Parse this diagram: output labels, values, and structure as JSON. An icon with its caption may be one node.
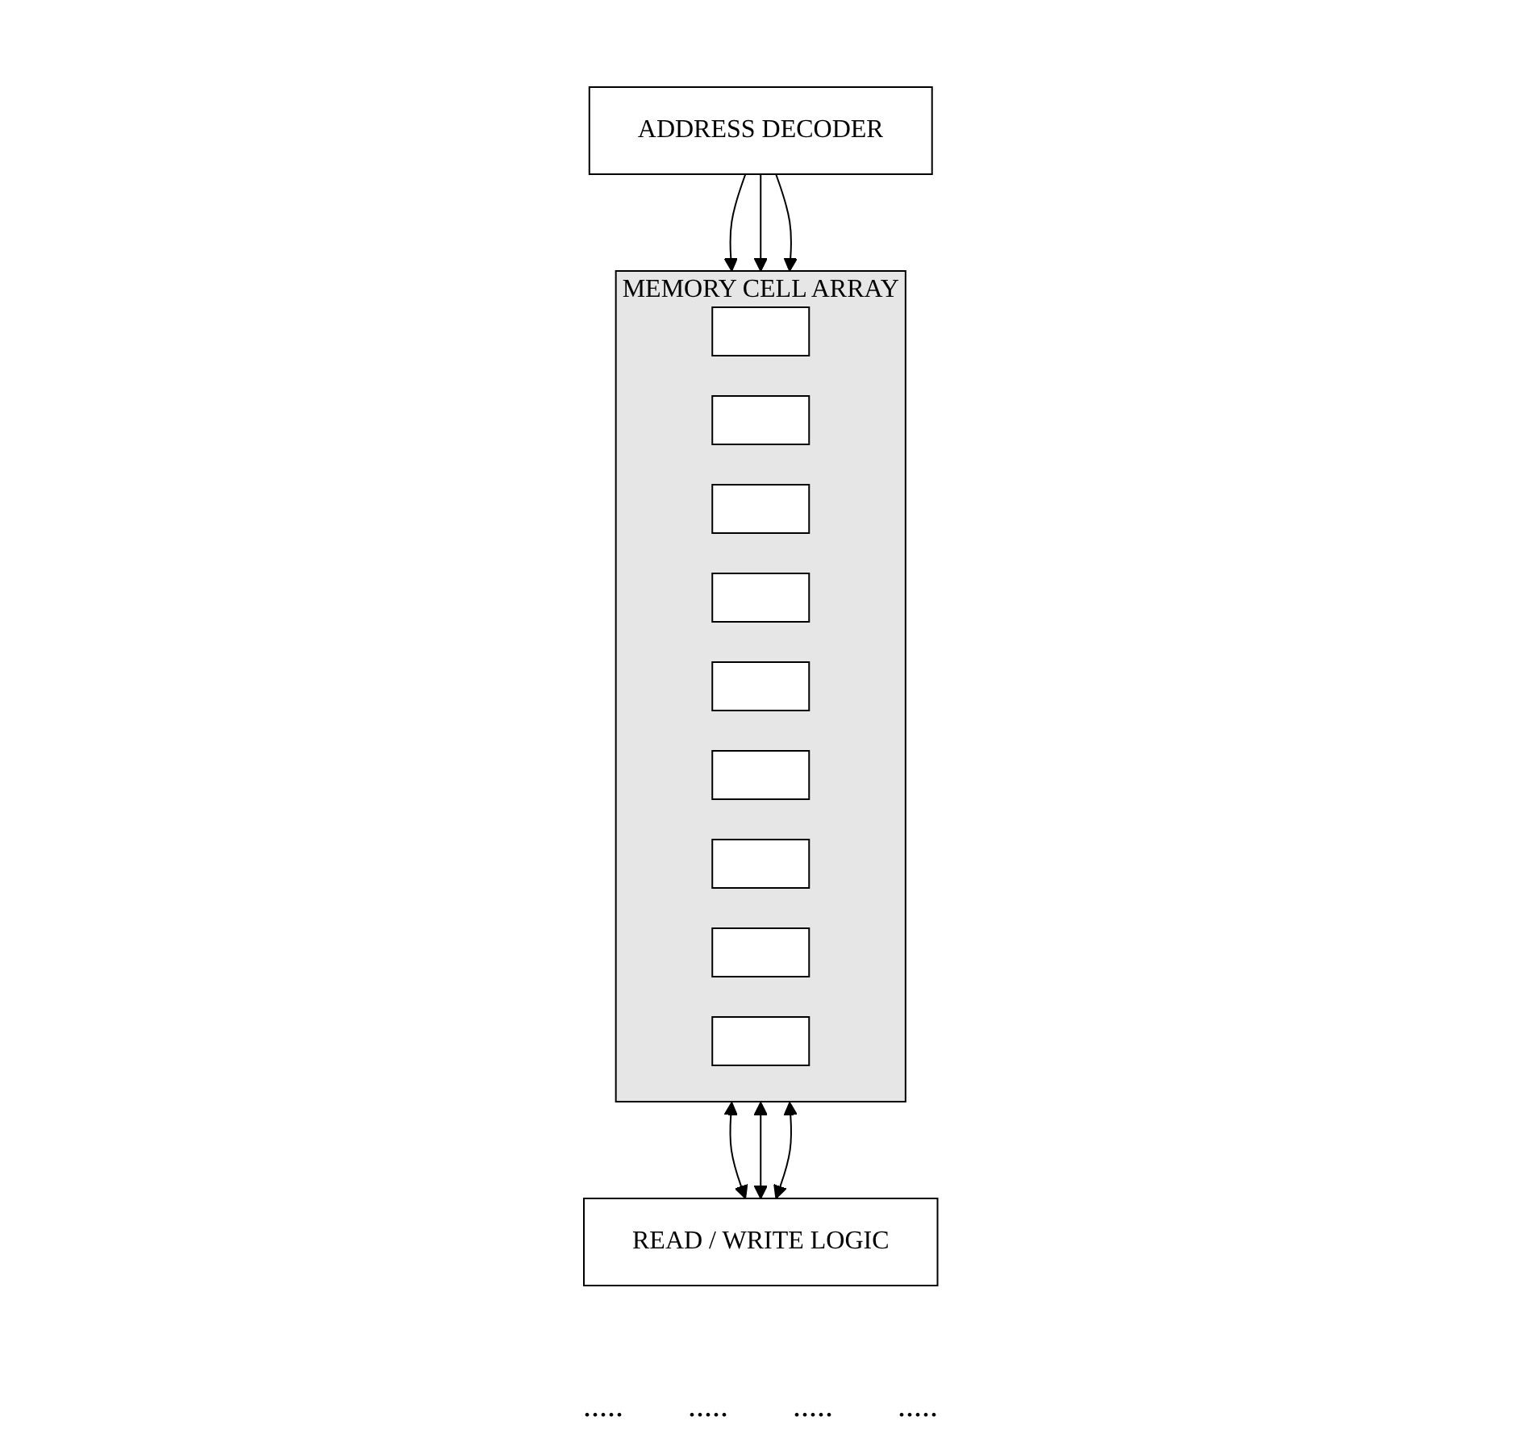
{
  "diagram": {
    "nodes": [
      {
        "text": [
          "ADDRESS DECODER"
        ]
      },
      {
        "text": [
          "MEMORY CELL ARRAY"
        ]
      },
      {
        "text": [],
        "shape": "box",
        "in": 1
      },
      {
        "text": [],
        "shape": "box",
        "in": 1
      },
      {
        "text": [],
        "shape": "box",
        "in": 1
      },
      {
        "text": [],
        "shape": "box",
        "in": 1
      },
      {
        "text": [],
        "shape": "box",
        "in": 1
      },
      {
        "text": [],
        "shape": "box",
        "in": 1
      },
      {
        "text": [],
        "shape": "box",
        "in": 1
      },
      {
        "text": [],
        "shape": "box",
        "in": 1
      },
      {
        "text": [],
        "shape": "box",
        "in": 1
      },
      {
        "text": [
          "READ / WRITE LOGIC"
        ]
      }
    ],
    "edges": [
      {
        "from": 0,
        "to": 1,
        "arrow": "to"
      },
      {
        "from": 0,
        "to": 1,
        "arrow": "to"
      },
      {
        "from": 0,
        "to": 1,
        "arrow": "to"
      },
      {
        "from": 1,
        "to": 11,
        "arrow": "both"
      },
      {
        "from": 1,
        "to": 11,
        "arrow": "both"
      },
      {
        "from": 1,
        "to": 11,
        "arrow": "both"
      }
    ],
    "labels": [
      ".....",
      ".....",
      ".....",
      "....."
    ]
  }
}
